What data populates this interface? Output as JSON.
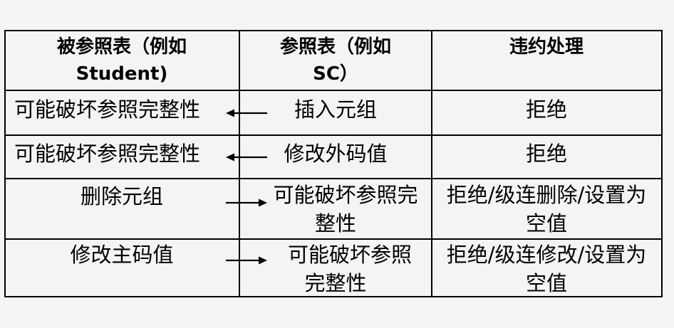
{
  "header": {
    "col1_line1": "被参照表（例如",
    "col1_line2": "Student)",
    "col2_line1": "参照表（例如",
    "col2_line2": "SC）",
    "col3": "违约处理"
  },
  "rows": [
    {
      "col1": "可能破坏参照完整性",
      "col2": "插入元组",
      "col3": "拒绝"
    },
    {
      "col1": "可能破坏参照完整性",
      "col2": "修改外码值",
      "col3": "拒绝"
    },
    {
      "col1": "删除元组",
      "col2_line1": "可能破坏参照完",
      "col2_line2": "整性",
      "col3_line1": "拒绝/级连删除/设置为",
      "col3_line2": "空值"
    },
    {
      "col1": "修改主码值",
      "col2_line1": "可能破坏参照",
      "col2_line2": "完整性",
      "col3_line1": "拒绝/级连修改/设置为",
      "col3_line2": "空值"
    }
  ]
}
